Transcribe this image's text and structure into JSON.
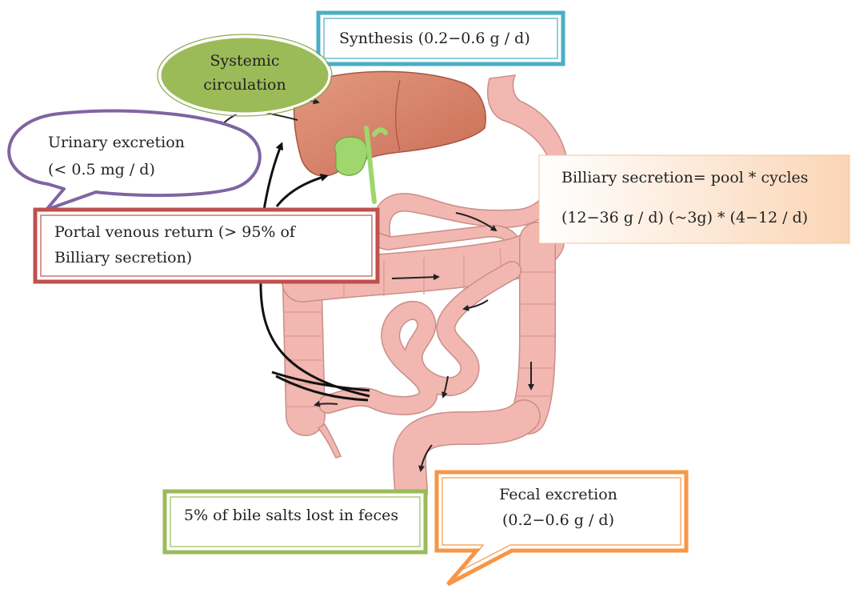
{
  "labels": {
    "synthesis": "Synthesis  (0.2−0.6 g / d)",
    "systemic_line1": "Systemic",
    "systemic_line2": "circulation",
    "urinary_line1": "Urinary  excretion",
    "urinary_line2": "(< 0.5 mg / d)",
    "billiary_line1": "Billiary  secretion= pool * cycles",
    "billiary_line2": "(12−36 g / d)  (~3g) * (4−12 / d)",
    "portal_line1": "Portal   venous  return (> 95% of",
    "portal_line2": "Billiary secretion)",
    "bile_loss": "5% of bile salts lost in feces",
    "fecal_line1": "Fecal  excretion",
    "fecal_line2": "(0.2−0.6 g / d)"
  },
  "colors": {
    "synthesis_border": "#4aaec4",
    "systemic_fill": "#9bbb59",
    "urinary_border": "#8064a2",
    "billiary_fill": "#fbd5b5",
    "portal_border": "#c0504d",
    "bile_loss_border": "#9bbb59",
    "fecal_border": "#f79646",
    "liver": "#d9826a",
    "gallbladder": "#9fd66d",
    "gut": "#f1b7b0"
  }
}
